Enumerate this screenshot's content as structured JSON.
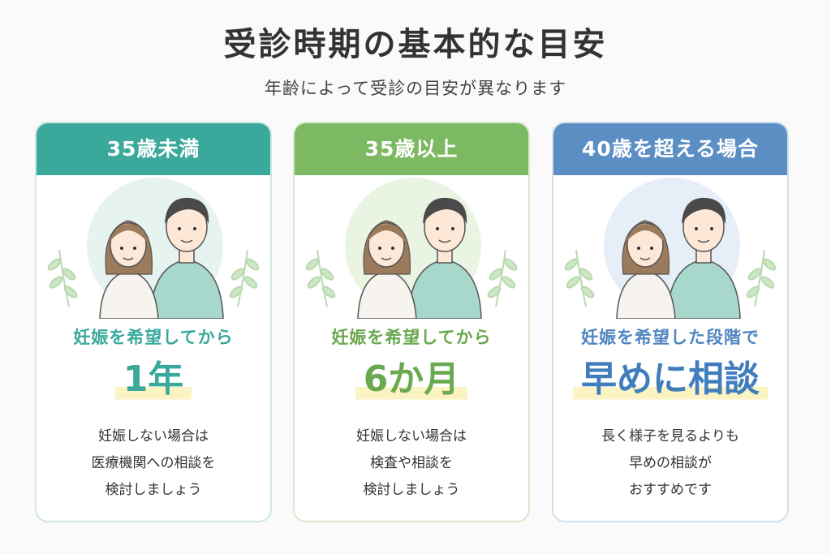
{
  "title": "受診時期の基本的な目安",
  "subtitle": "年齢によって受診の目安が異なります",
  "cards": [
    {
      "header": "35歳未満",
      "lead": "妊娠を希望してから",
      "big": "1年",
      "desc": [
        "妊娠しない場合は",
        "医療機関への相談を",
        "検討しましょう"
      ],
      "color": "#3aa99c"
    },
    {
      "header": "35歳以上",
      "lead": "妊娠を希望してから",
      "big": "6か月",
      "desc": [
        "妊娠しない場合は",
        "検査や相談を",
        "検討しましょう"
      ],
      "color": "#7cb962"
    },
    {
      "header": "40歳を超える場合",
      "lead": "妊娠を希望した段階で",
      "big": "早めに相談",
      "desc": [
        "長く様子を見るよりも",
        "早めの相談が",
        "おすすめです"
      ],
      "color": "#5b8fc4"
    }
  ],
  "icons": {
    "couple": "couple-illustration-icon",
    "leaf": "leaf-branch-icon"
  }
}
